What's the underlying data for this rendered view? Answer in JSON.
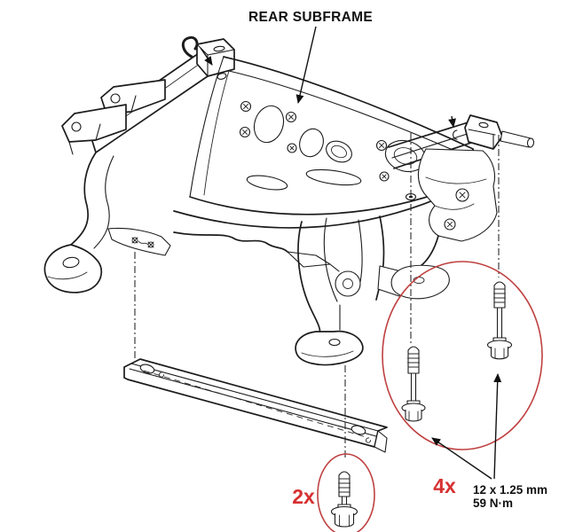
{
  "diagram": {
    "title": "REAR SUBFRAME",
    "callouts": {
      "front": {
        "quantity_label": "2x",
        "bolts_shown": 1
      },
      "rear": {
        "quantity_label": "4x",
        "bolts_shown": 2
      }
    },
    "spec": {
      "bolt_size": "12 x 1.25 mm",
      "torque": "59 N·m"
    },
    "colors": {
      "line": "#1c1c1c",
      "callout_circle": "#bf4040",
      "callout_text": "#d63031",
      "background": "#ffffff"
    }
  }
}
